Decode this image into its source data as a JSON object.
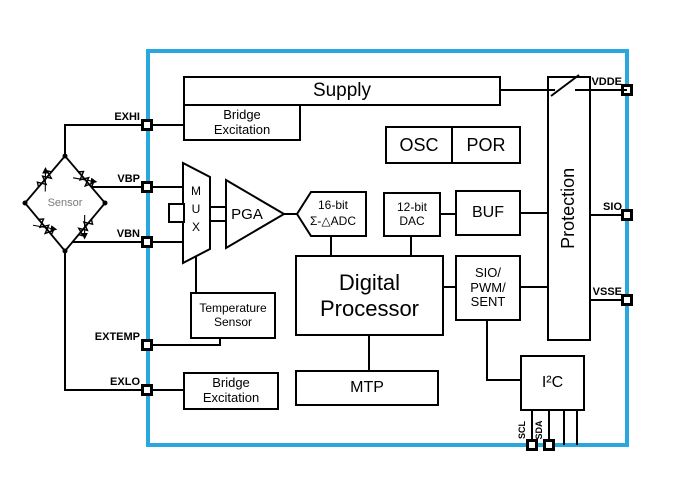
{
  "blocks": {
    "supply": {
      "label": "Supply"
    },
    "bridge_excitation_top": {
      "line1": "Bridge",
      "line2": "Excitation"
    },
    "osc": {
      "label": "OSC"
    },
    "por": {
      "label": "POR"
    },
    "protection": {
      "label": "Protection"
    },
    "mux": {
      "l1": "M",
      "l2": "U",
      "l3": "X"
    },
    "pga": {
      "label": "PGA"
    },
    "adc": {
      "line1": "16-bit",
      "line2": "Σ-△ADC"
    },
    "dac": {
      "line1": "12-bit",
      "line2": "DAC"
    },
    "buf": {
      "label": "BUF"
    },
    "digital_processor": {
      "line1": "Digital",
      "line2": "Processor"
    },
    "sio_pwm_sent": {
      "line1": "SIO/",
      "line2": "PWM/",
      "line3": "SENT"
    },
    "temperature_sensor": {
      "line1": "Temperature",
      "line2": "Sensor"
    },
    "mtp": {
      "label": "MTP"
    },
    "i2c": {
      "label": "I²C"
    },
    "bridge_excitation_bottom": {
      "line1": "Bridge",
      "line2": "Excitation"
    },
    "sensor": {
      "label": "Sensor"
    }
  },
  "pins": {
    "exhi": "EXHI",
    "vbp": "VBP",
    "vbn": "VBN",
    "extemp": "EXTEMP",
    "exlo": "EXLO",
    "vdde": "VDDE",
    "sio": "SIO",
    "vsse": "VSSE",
    "scl": "SCL",
    "sda": "SDA"
  },
  "colors": {
    "chip_border": "#29a8e0",
    "line": "#000000",
    "sensor_text": "#7a7a7a"
  }
}
